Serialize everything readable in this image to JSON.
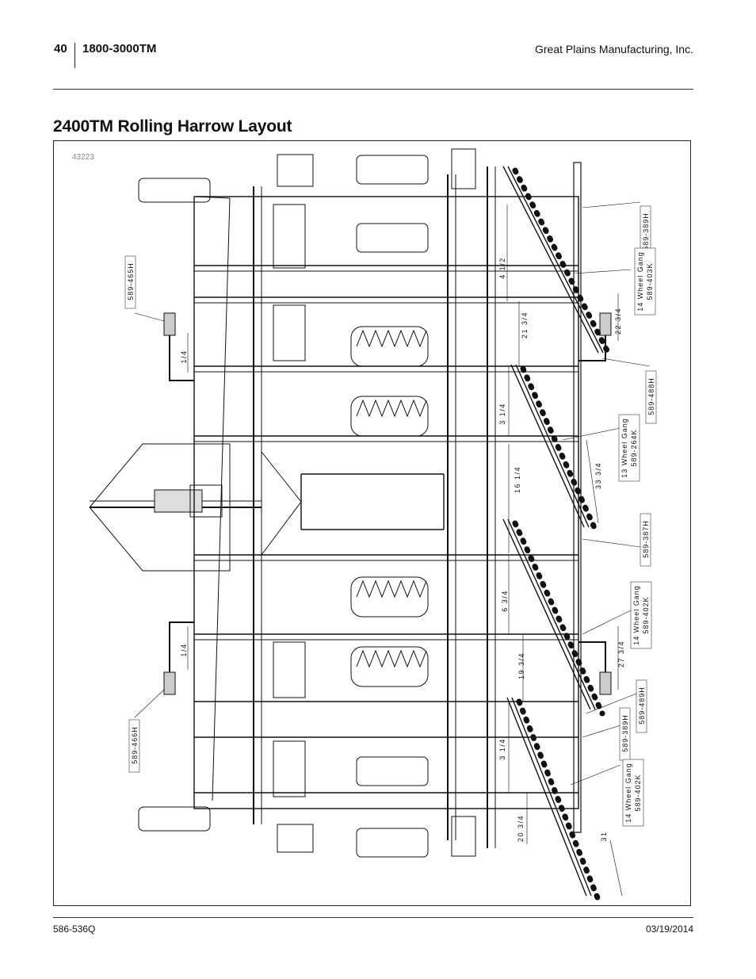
{
  "header": {
    "page_number": "40",
    "model": "1800-3000TM",
    "company": "Great Plains Manufacturing, Inc."
  },
  "title": "2400TM Rolling Harrow Layout",
  "figure": {
    "number": "43223",
    "callouts": {
      "c1": "589-389H",
      "c2": "14 Wheel Gang",
      "c2b": "589-403K",
      "c3": "589-488H",
      "c4": "13 Wheel Gang",
      "c4b": "589-264K",
      "c5": "589-387H",
      "c6": "14 Wheel Gang",
      "c6b": "589-402K",
      "c7": "589-489H",
      "c8": "589-389H",
      "c9": "14 Wheel Gang",
      "c9b": "589-402K",
      "c10": "589-465H",
      "c11": "589-466H"
    },
    "dimensions": {
      "d1": "4 1/2",
      "d2": "21 3/4",
      "d3": "22 3/4",
      "d4": "1/4",
      "d5": "3 1/4",
      "d6": "16 1/4",
      "d7": "33 3/4",
      "d8": "6 3/4",
      "d9": "19 3/4",
      "d10": "27 3/4",
      "d11": "1/4",
      "d12": "3 1/4",
      "d13": "20 3/4",
      "d14": "31"
    }
  },
  "footer": {
    "doc_number": "586-536Q",
    "date": "03/19/2014"
  }
}
